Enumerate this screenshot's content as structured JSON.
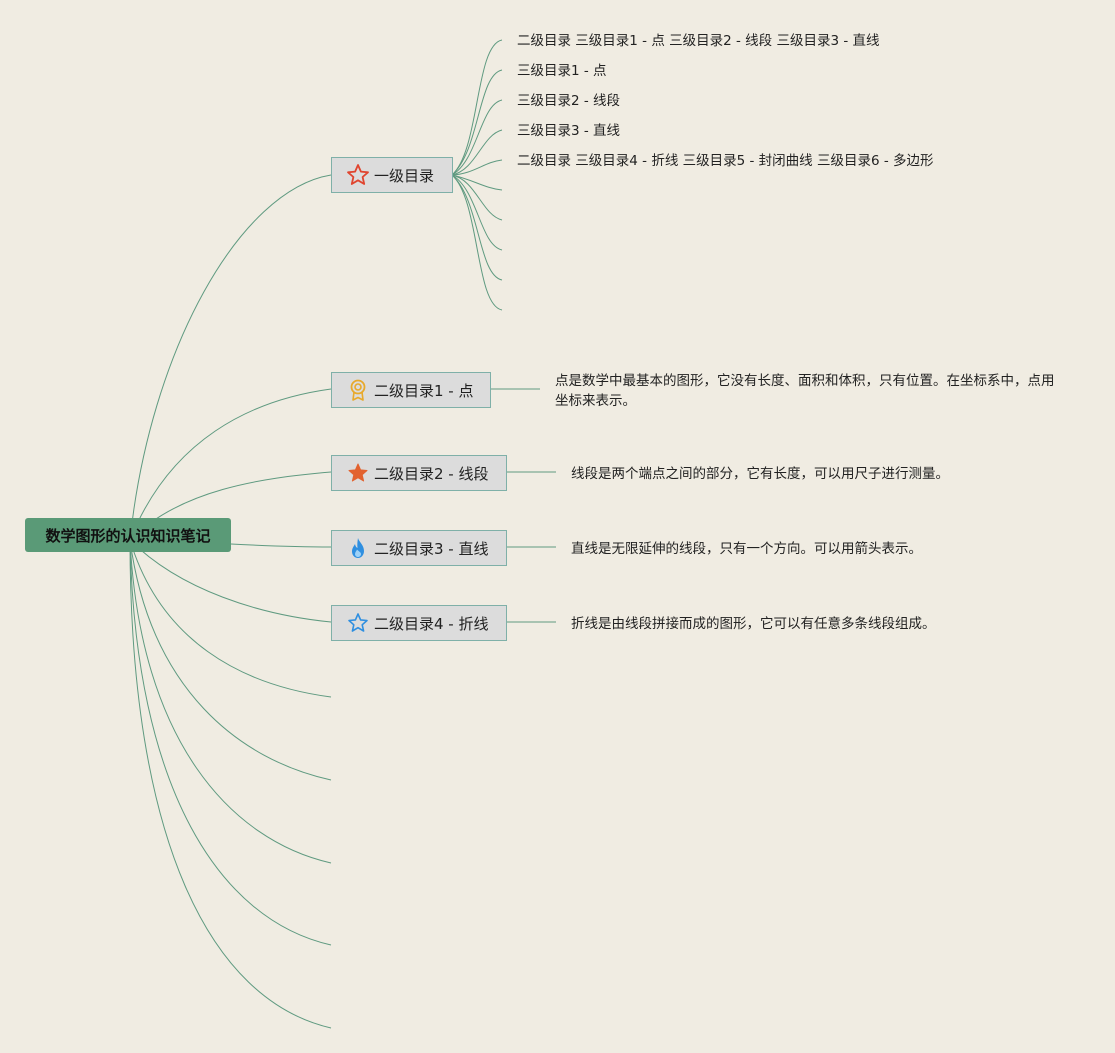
{
  "root": {
    "label": "数学图形的认识知识笔记"
  },
  "level1": {
    "label": "一级目录",
    "icon": "star-outline-icon",
    "children": [
      "二级目录 三级目录1 - 点 三级目录2 - 线段 三级目录3 - 直线",
      "三级目录1 - 点",
      "三级目录2 - 线段",
      "三级目录3 - 直线",
      "二级目录 三级目录4 - 折线 三级目录5 - 封闭曲线 三级目录6 - 多边形"
    ]
  },
  "level2": [
    {
      "label": "二级目录1 - 点",
      "icon": "medal-icon",
      "desc": "点是数学中最基本的图形，它没有长度、面积和体积，只有位置。在坐标系中，点用坐标来表示。"
    },
    {
      "label": "二级目录2 - 线段",
      "icon": "filled-star-icon",
      "desc": "线段是两个端点之间的部分，它有长度，可以用尺子进行测量。"
    },
    {
      "label": "二级目录3 - 直线",
      "icon": "flame-icon",
      "desc": "直线是无限延伸的线段，只有一个方向。可以用箭头表示。"
    },
    {
      "label": "二级目录4 - 折线",
      "icon": "blue-star-outline-icon",
      "desc": "折线是由线段拼接而成的图形，它可以有任意多条线段组成。"
    }
  ],
  "colors": {
    "background": "#f0ece2",
    "root": "#5a9a77",
    "node_fill": "#dcdcdc",
    "node_border": "#7fb0a8",
    "link": "#5f9a80"
  }
}
